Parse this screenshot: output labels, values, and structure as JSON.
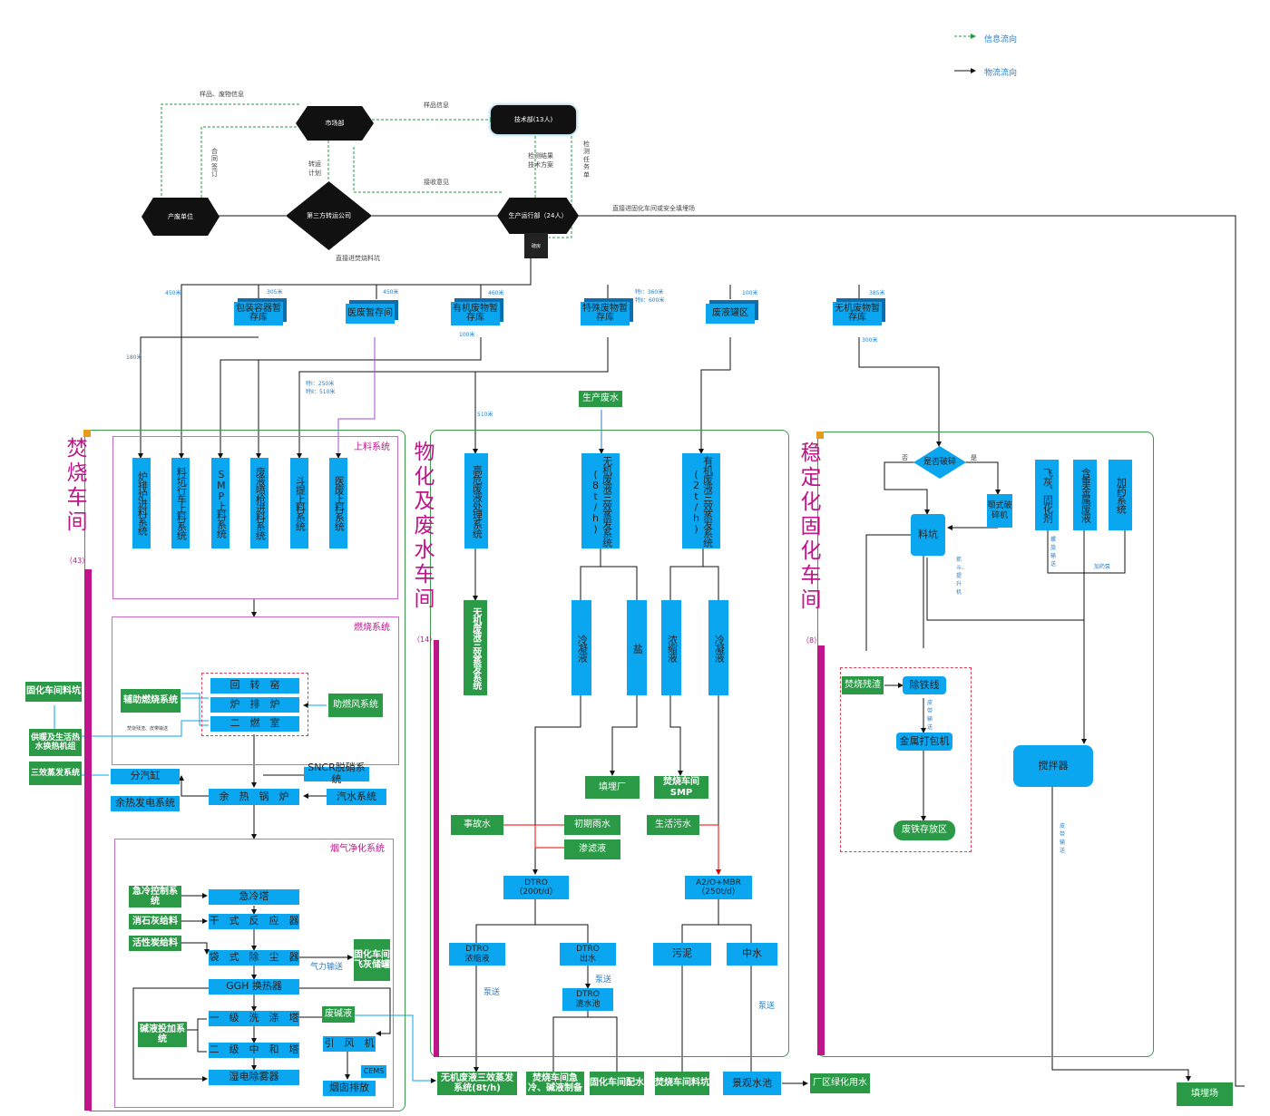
{
  "legend": {
    "info": "信息流向",
    "material": "物流流向"
  },
  "nodes": {
    "market": "市场部",
    "tech": "技术部(13人)",
    "producer": "产废单位",
    "transport": "第三方转运公司",
    "production": "生产运行部（24人）",
    "weigh": "磅房"
  },
  "edges": {
    "sample_info": "样品、废物信息",
    "sample_msg": "样品信息",
    "contract": "合同签订",
    "plan": "转运计划",
    "receive": "接收意见",
    "result": "检测结果\n技术方案",
    "task": "检测任务单",
    "direct_pit": "直接进焚烧料坑",
    "direct_solid": "直接进固化车间或安全填埋场"
  },
  "storage": {
    "pack": "包装容器暂存库",
    "medical": "医废暂存间",
    "organic": "有机废物暂存库",
    "special": "特殊废物暂存库",
    "tank": "废液罐区",
    "inorganic": "无机废物暂存库"
  },
  "dist": {
    "d450a": "450米",
    "d305": "305米",
    "d450b": "450米",
    "d460": "460米",
    "d360": "特Ⅰ：360米\n特Ⅱ：600米",
    "d100a": "100米",
    "d385": "385米",
    "d180": "180米",
    "d100b": "100米",
    "d250": "特Ⅰ：250米\n特Ⅱ：510米",
    "d300": "300米",
    "d510": "510米"
  },
  "incin": {
    "title": "焚烧车间",
    "count": "（43）",
    "feed_title": "上料系统",
    "feeds": [
      "炉排炉进料系统",
      "料坑行车上料系统",
      "SMP上料系统",
      "废液喷枪进料系统",
      "斗提上料系统",
      "医废上料系统"
    ],
    "burn_title": "燃烧系统",
    "kiln": "回　转　窑",
    "grate": "炉　排　炉",
    "second": "二　燃　室",
    "aux_burn": "辅助燃烧系统",
    "air": "助燃风系统",
    "slag": "焚烧残渣、皮带输送",
    "solid_pit": "固化车间料坑",
    "heat_supply": "供暖及生活热水换热机组",
    "tri_evap": "三效蒸发系统",
    "cylinder": "分汽缸",
    "boiler": "余　热　锅　炉",
    "snc": "SNCR脱硝系统",
    "steam": "汽水系统",
    "power": "余热发电系统",
    "flue_title": "烟气净化系统",
    "quench_ctrl": "急冷控制系统",
    "quench": "急冷塔",
    "lime": "消石灰给料",
    "dry": "干　式　反　应　器",
    "carbon": "活性炭给料",
    "bag": "袋　式　除　尘　器",
    "pneu": "气力输送",
    "ash_tank": "固化车间飞灰储罐",
    "ggh": "GGH 换热器",
    "wash1": "一　级　洗　涤　塔",
    "alkali": "碱液投加系统",
    "waste_alk": "废碱液",
    "wash2": "二　级　中　和　塔",
    "fan": "引　风　机",
    "cems": "CEMS",
    "wesp": "湿电除雾器",
    "stack": "烟囱排放"
  },
  "water": {
    "title": "物化及废水车间",
    "count": "（14）",
    "prod_water": "生产废水",
    "high": "高危废液处理系统",
    "inorg_evap": "无机废液三效蒸发系统(8t/h)",
    "org_evap": "有机废液三效蒸发系统(2t/h)",
    "inorg_out": "无机废液三效蒸发系统",
    "cond1": "冷凝液",
    "salt": "盐",
    "conc": "浓缩液",
    "cond2": "冷凝液",
    "landfill": "填埋厂",
    "smp": "焚烧车间SMP",
    "accident": "事故水",
    "rain": "初期雨水",
    "leach": "渗滤液",
    "domestic": "生活污水",
    "dtro": "DTRO\n（200t/d）",
    "mbr": "A2/O+MBR\n（250t/d）",
    "dtro_conc": "DTRO\n浓缩液",
    "dtro_out": "DTRO\n出水",
    "dtro_pool": "DTRO\n清水池",
    "sludge": "污泥",
    "reclaim": "中水",
    "pump1": "泵送",
    "pump2": "泵送",
    "pump3": "泵送",
    "out1": "无机废液三效蒸发系统(8t/h)",
    "out2": "焚烧车间急冷、碱液制备",
    "out3": "固化车间配水",
    "out4": "焚烧车间料坑",
    "pond": "景观水池",
    "green": "厂区绿化用水"
  },
  "solid": {
    "title": "稳定化固化车间",
    "count": "（8）",
    "crush_q": "是否破碎",
    "no": "否",
    "yes": "是",
    "jaw": "颚式破碎机",
    "pit": "料坑",
    "bucket": "抓斗、提升机",
    "fly": "飞灰、固化剂",
    "metal": "含重金属废液",
    "dosing": "加药系统",
    "screw": "螺旋输送",
    "pump": "加药泵",
    "slag": "焚烧残渣",
    "iron": "除铁线",
    "belt": "皮带输送",
    "baler": "金属打包机",
    "scrap": "废铁存放区",
    "mixer": "搅拌器",
    "belt2": "皮带输送",
    "fill": "填埋场"
  }
}
